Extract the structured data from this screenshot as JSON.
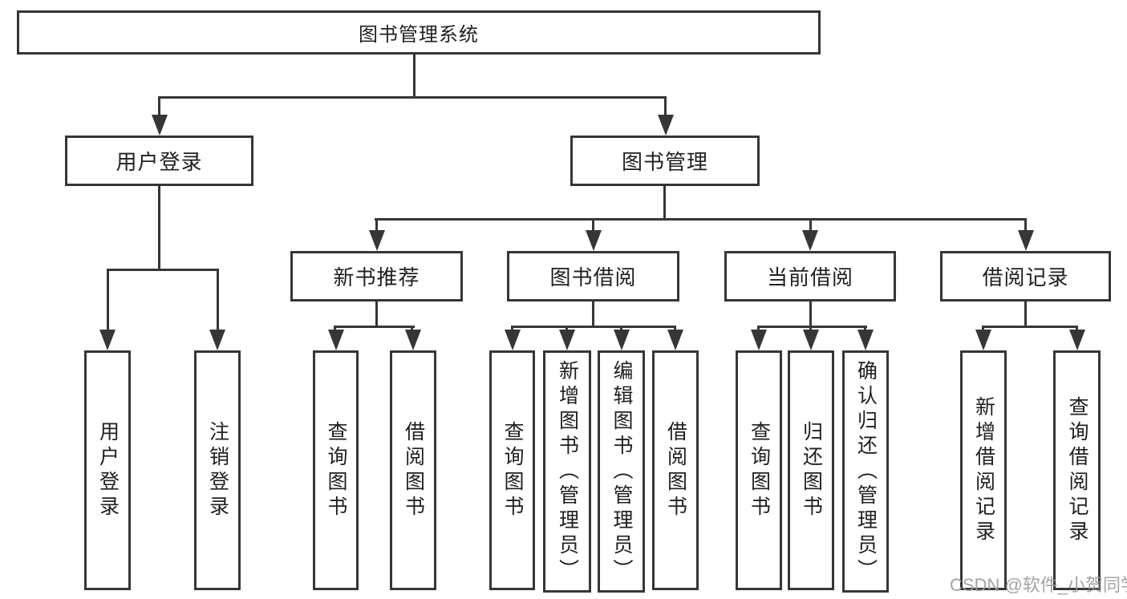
{
  "diagram": {
    "title": "图书管理系统",
    "type": "hierarchy-tree",
    "colors": {
      "background": "#ffffff",
      "box_border": "#363636",
      "connector_line": "#363636",
      "text": "#1f1f1f",
      "watermark": "#9b9b9b"
    },
    "nodes": [
      {
        "id": "root",
        "label": "图书管理系统",
        "parent": null
      },
      {
        "id": "login",
        "label": "用户登录",
        "parent": "root"
      },
      {
        "id": "mgmt",
        "label": "图书管理",
        "parent": "root"
      },
      {
        "id": "rec",
        "label": "新书推荐",
        "parent": "mgmt"
      },
      {
        "id": "borrow",
        "label": "图书借阅",
        "parent": "mgmt"
      },
      {
        "id": "current",
        "label": "当前借阅",
        "parent": "mgmt"
      },
      {
        "id": "records",
        "label": "借阅记录",
        "parent": "mgmt"
      },
      {
        "id": "leaf-login",
        "label": "用户登录",
        "parent": "login"
      },
      {
        "id": "leaf-logout",
        "label": "注销登录",
        "parent": "login"
      },
      {
        "id": "rec-query",
        "label": "查询图书",
        "parent": "rec"
      },
      {
        "id": "rec-borrow",
        "label": "借阅图书",
        "parent": "rec"
      },
      {
        "id": "bor-query",
        "label": "查询图书",
        "parent": "borrow"
      },
      {
        "id": "bor-add",
        "label": "新增图书（管理员）",
        "parent": "borrow"
      },
      {
        "id": "bor-edit",
        "label": "编辑图书（管理员）",
        "parent": "borrow"
      },
      {
        "id": "bor-lend",
        "label": "借阅图书",
        "parent": "borrow"
      },
      {
        "id": "cur-query",
        "label": "查询图书",
        "parent": "current"
      },
      {
        "id": "cur-return",
        "label": "归还图书",
        "parent": "current"
      },
      {
        "id": "cur-confirm",
        "label": "确认归还（管理员）",
        "parent": "current"
      },
      {
        "id": "rcd-add",
        "label": "新增借阅记录",
        "parent": "records"
      },
      {
        "id": "rcd-query",
        "label": "查询借阅记录",
        "parent": "records"
      }
    ],
    "watermark": "CSDN @软件_小贺同学"
  }
}
